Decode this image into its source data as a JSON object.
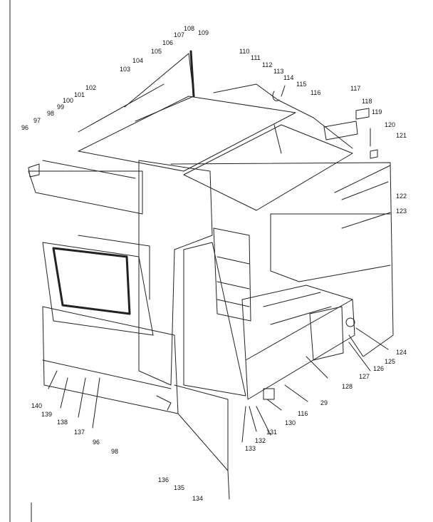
{
  "labels": [
    "96",
    "97",
    "98",
    "99",
    "100",
    "101",
    "102",
    "103",
    "104",
    "105",
    "106",
    "107",
    "108",
    "109",
    "110",
    "111",
    "112",
    "113",
    "114",
    "115",
    "116",
    "117",
    "118",
    "119",
    "120",
    "121",
    "122",
    "123",
    "124",
    "125",
    "126",
    "127",
    "128",
    "29",
    "116",
    "130",
    "131",
    "132",
    "133",
    "140",
    "139",
    "138",
    "137",
    "96",
    "98",
    "136",
    "135",
    "134"
  ]
}
